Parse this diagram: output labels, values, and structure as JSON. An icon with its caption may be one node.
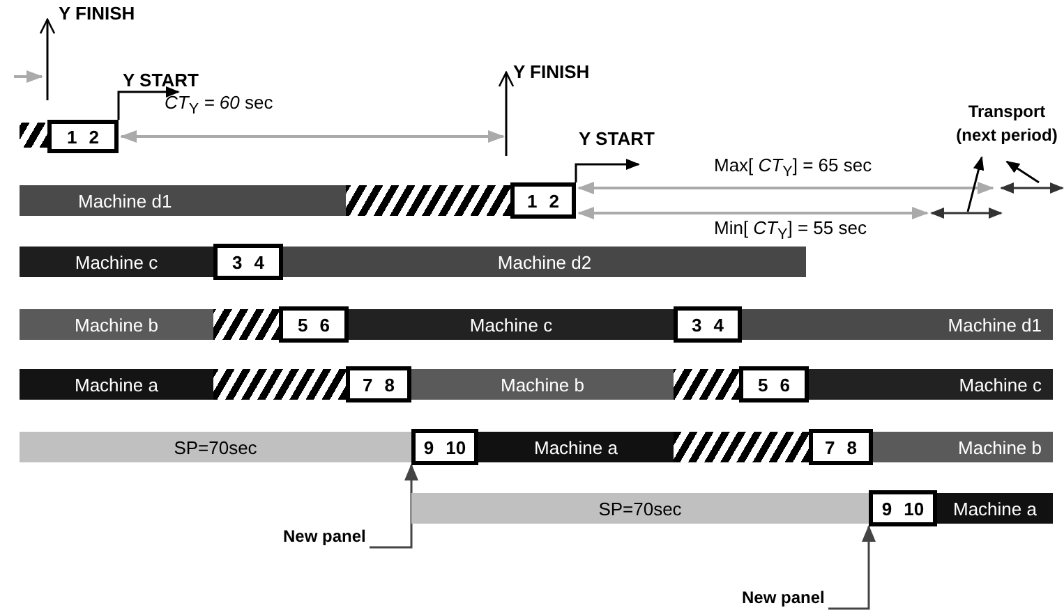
{
  "diagram": {
    "nodes": [
      {
        "text": [],
        "shape": "bar"
      },
      {
        "text": [
          "1 2"
        ]
      },
      {
        "text": [
          "Machine d1"
        ]
      },
      {
        "text": [],
        "shape": "bar"
      },
      {
        "text": [
          "1 2"
        ]
      },
      {
        "text": [
          "Machine c"
        ]
      },
      {
        "text": [
          "3 4"
        ]
      },
      {
        "text": [
          "Machine d2"
        ]
      },
      {
        "text": [
          "Machine b"
        ]
      },
      {
        "text": [],
        "shape": "bar"
      },
      {
        "text": [
          "5 6"
        ]
      },
      {
        "text": [
          "Machine c"
        ]
      },
      {
        "text": [
          "3 4"
        ]
      },
      {
        "text": [
          "Machine d1"
        ]
      },
      {
        "text": [
          "Machine a"
        ]
      },
      {
        "text": [],
        "shape": "bar"
      },
      {
        "text": [
          "7 8"
        ]
      },
      {
        "text": [
          "Machine b"
        ]
      },
      {
        "text": [],
        "shape": "bar"
      },
      {
        "text": [
          "5 6"
        ]
      },
      {
        "text": [
          "Machine c"
        ]
      },
      {
        "text": [
          "SP=70sec"
        ]
      },
      {
        "text": [
          "9 10"
        ]
      },
      {
        "text": [
          "Machine a"
        ]
      },
      {
        "text": [],
        "shape": "bar"
      },
      {
        "text": [
          "7 8"
        ]
      },
      {
        "text": [
          "Machine b"
        ]
      },
      {
        "text": [
          "SP=70sec"
        ]
      },
      {
        "text": [
          "9 10"
        ]
      },
      {
        "text": [
          "Machine a"
        ]
      },
      {
        "text": [
          "New panel"
        ]
      },
      {
        "text": [
          "New panel"
        ]
      }
    ],
    "edges": [
      {
        "from": 30,
        "to": 22,
        "arrow": "to"
      },
      {
        "from": 31,
        "to": 28,
        "arrow": "to"
      }
    ],
    "labels": [
      "Y FINISH",
      "Y START",
      "*CT*$_{Y}$ *= 60* sec",
      "Y FINISH",
      "Transport (next period)",
      "Y START",
      "Max[ *CT*$_{Y}$] = 65 sec",
      "Min[ *CT*$_{Y}$] = 55 sec"
    ]
  }
}
